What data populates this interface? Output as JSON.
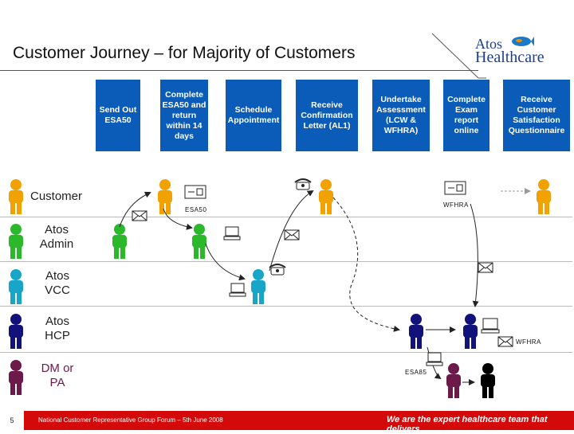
{
  "title": "Customer Journey – for Majority of Customers",
  "logo": {
    "line1": "Atos",
    "line2": "Healthcare"
  },
  "steps": [
    "Send Out ESA50",
    "Complete ESA50 and return within 14 days",
    "Schedule Appointment",
    "Receive Confirmation Letter (AL1)",
    "Undertake Assessment (LCW & WFHRA)",
    "Complete Exam report online",
    "Receive Customer Satisfaction Questionnaire"
  ],
  "lanes": {
    "customer": "Customer",
    "admin": "Atos Admin",
    "vcc": "Atos VCC",
    "hcp": "Atos HCP",
    "dm": "DM or PA"
  },
  "labels": {
    "esa50": "ESA50",
    "wfhra_top": "WFHRA",
    "wfhra_hcp": "WFHRA",
    "esa85": "ESA85"
  },
  "colors": {
    "customer": "#f2a200",
    "admin": "#2bb82b",
    "vcc": "#17a5c8",
    "hcp": "#12127a",
    "dm": "#6b1a4a",
    "step_bg": "#0a5cb8",
    "footer": "#d40a0a"
  },
  "footer": {
    "page": "5",
    "text": "National Customer Representative Group Forum – 5th June 2008",
    "tagline": "We are the expert healthcare team that delivers"
  }
}
